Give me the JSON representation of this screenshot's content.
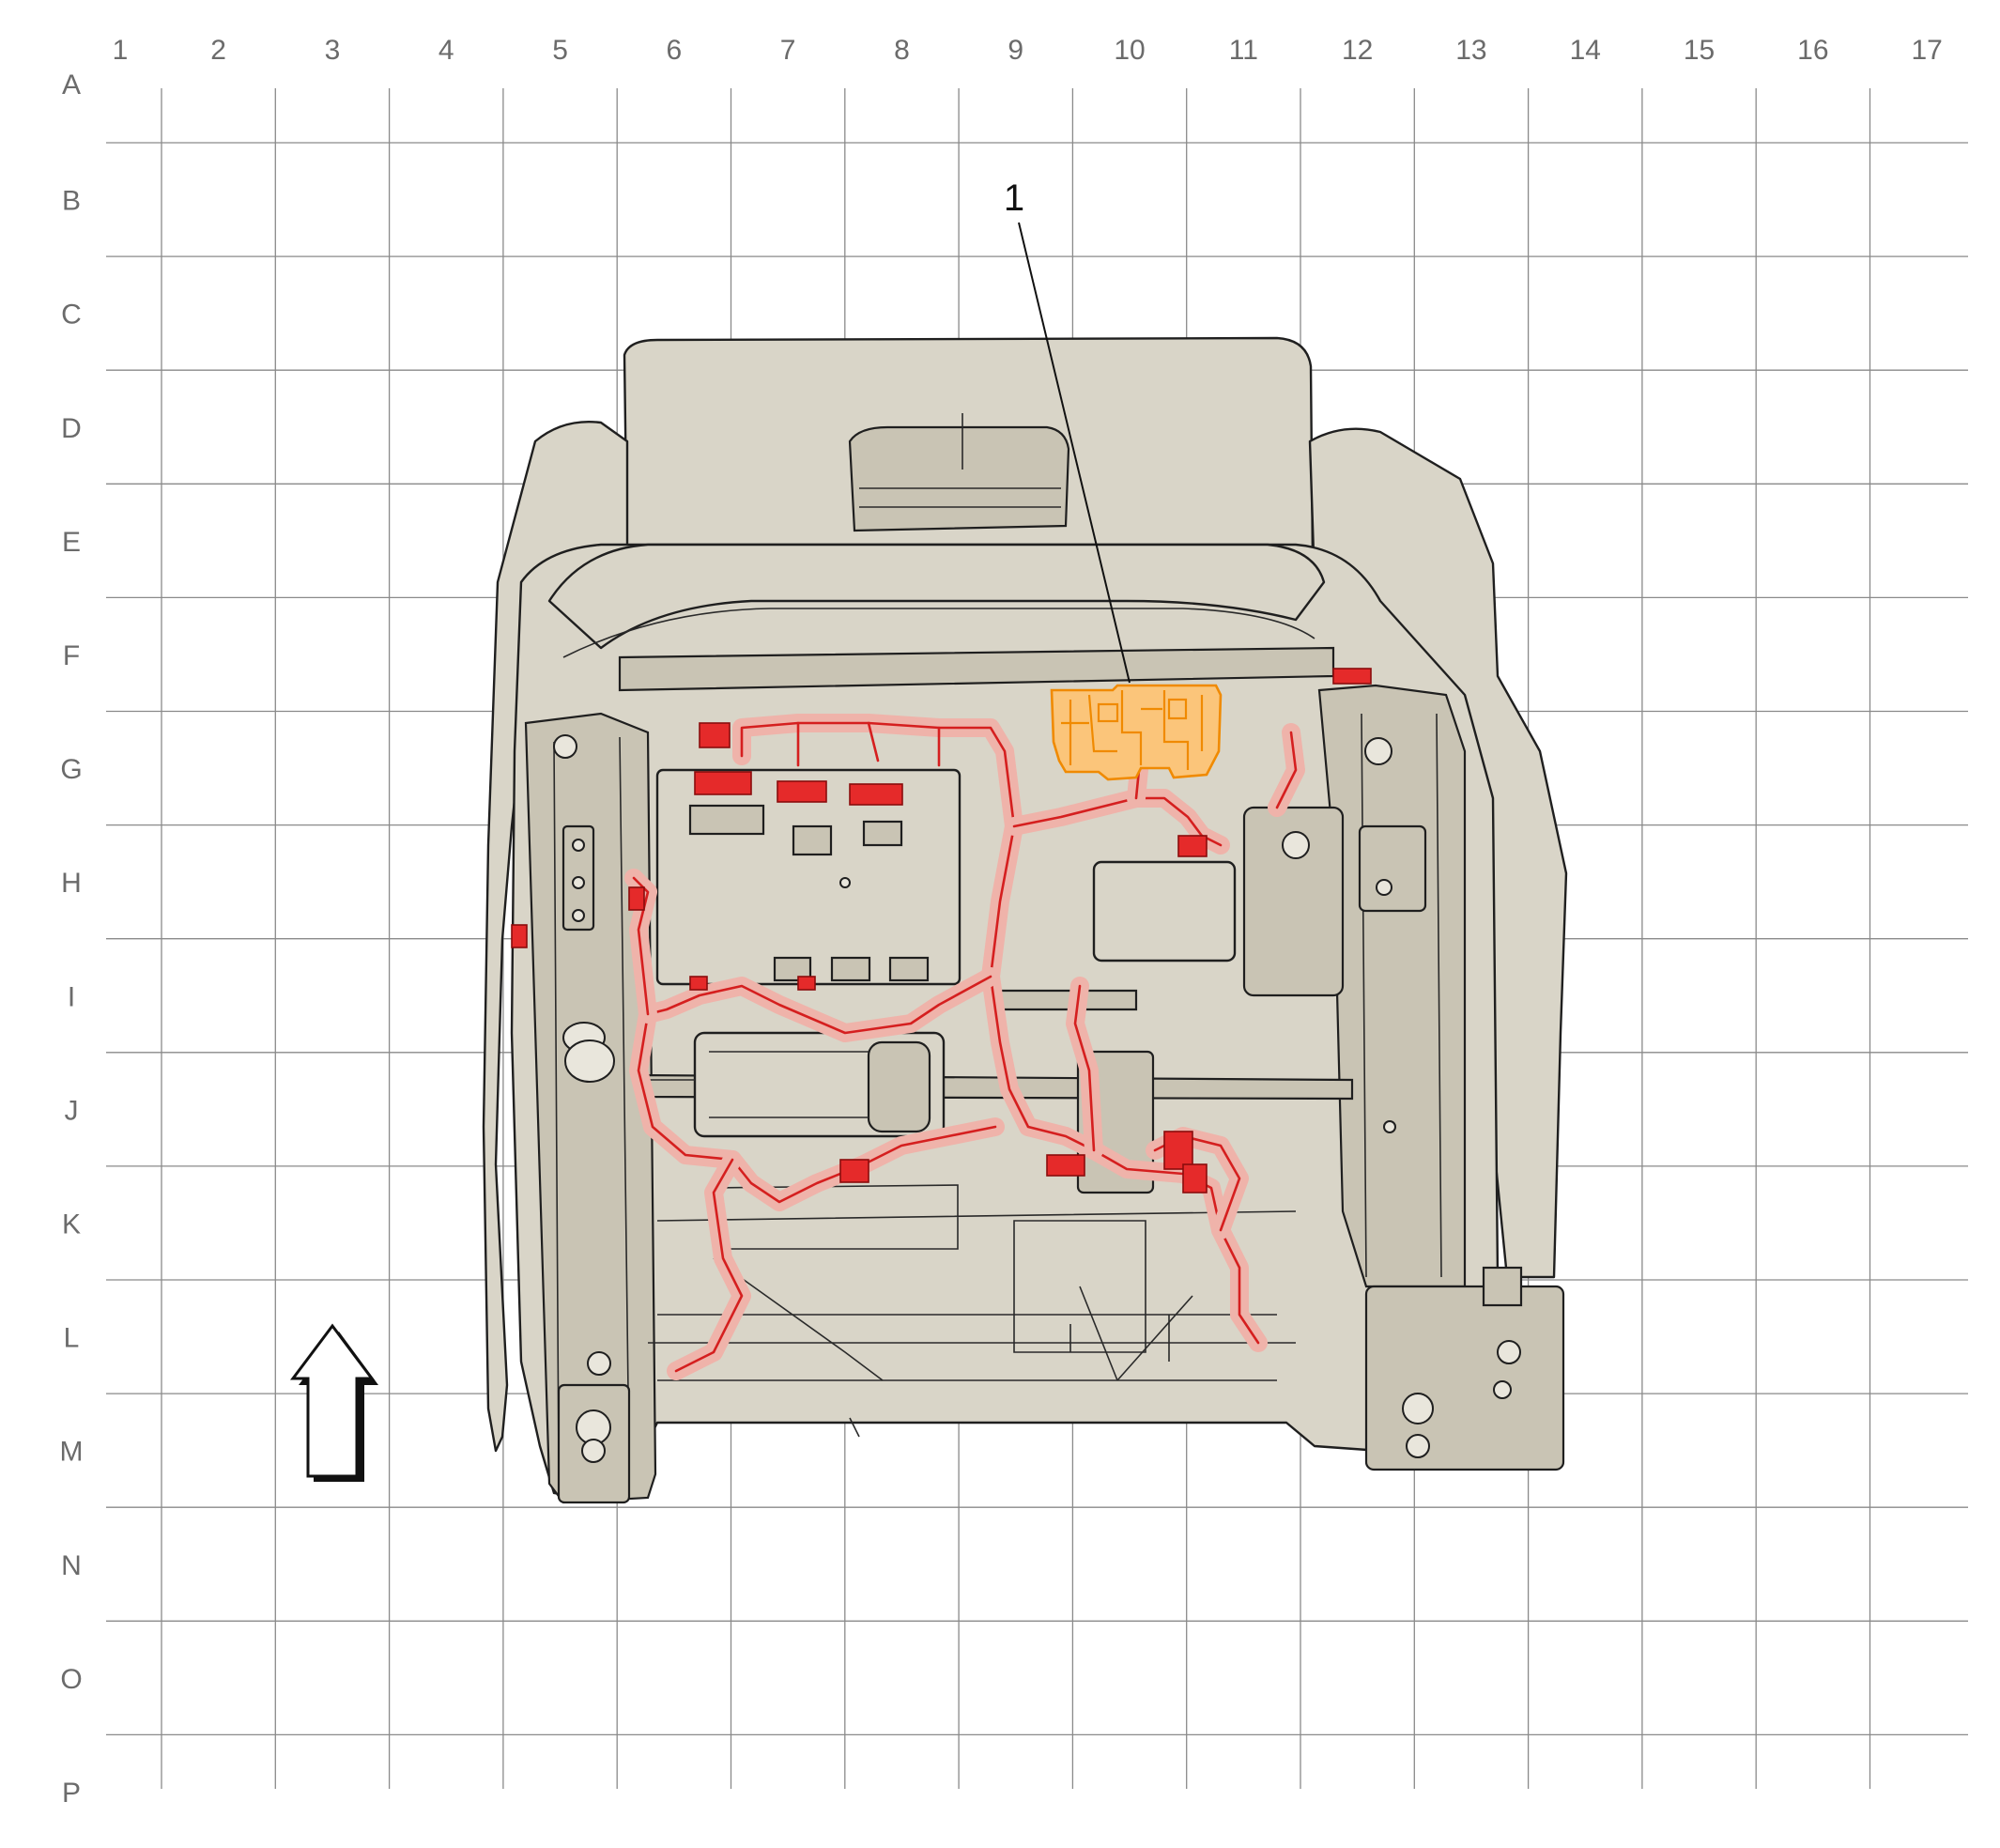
{
  "grid": {
    "columns": [
      "1",
      "2",
      "3",
      "4",
      "5",
      "6",
      "7",
      "8",
      "9",
      "10",
      "11",
      "12",
      "13",
      "14",
      "15",
      "16",
      "17"
    ],
    "rows": [
      "A",
      "B",
      "C",
      "D",
      "E",
      "F",
      "G",
      "H",
      "I",
      "J",
      "K",
      "L",
      "M",
      "N",
      "O",
      "P"
    ]
  },
  "callouts": [
    {
      "label": "1"
    }
  ],
  "colors": {
    "seat_fill": "#d9d5c8",
    "harness": "#d51f1f",
    "highlight_component": "#f08a00",
    "grid": "#8a8a8a"
  },
  "icons": [
    "forward-direction-arrow-icon"
  ]
}
